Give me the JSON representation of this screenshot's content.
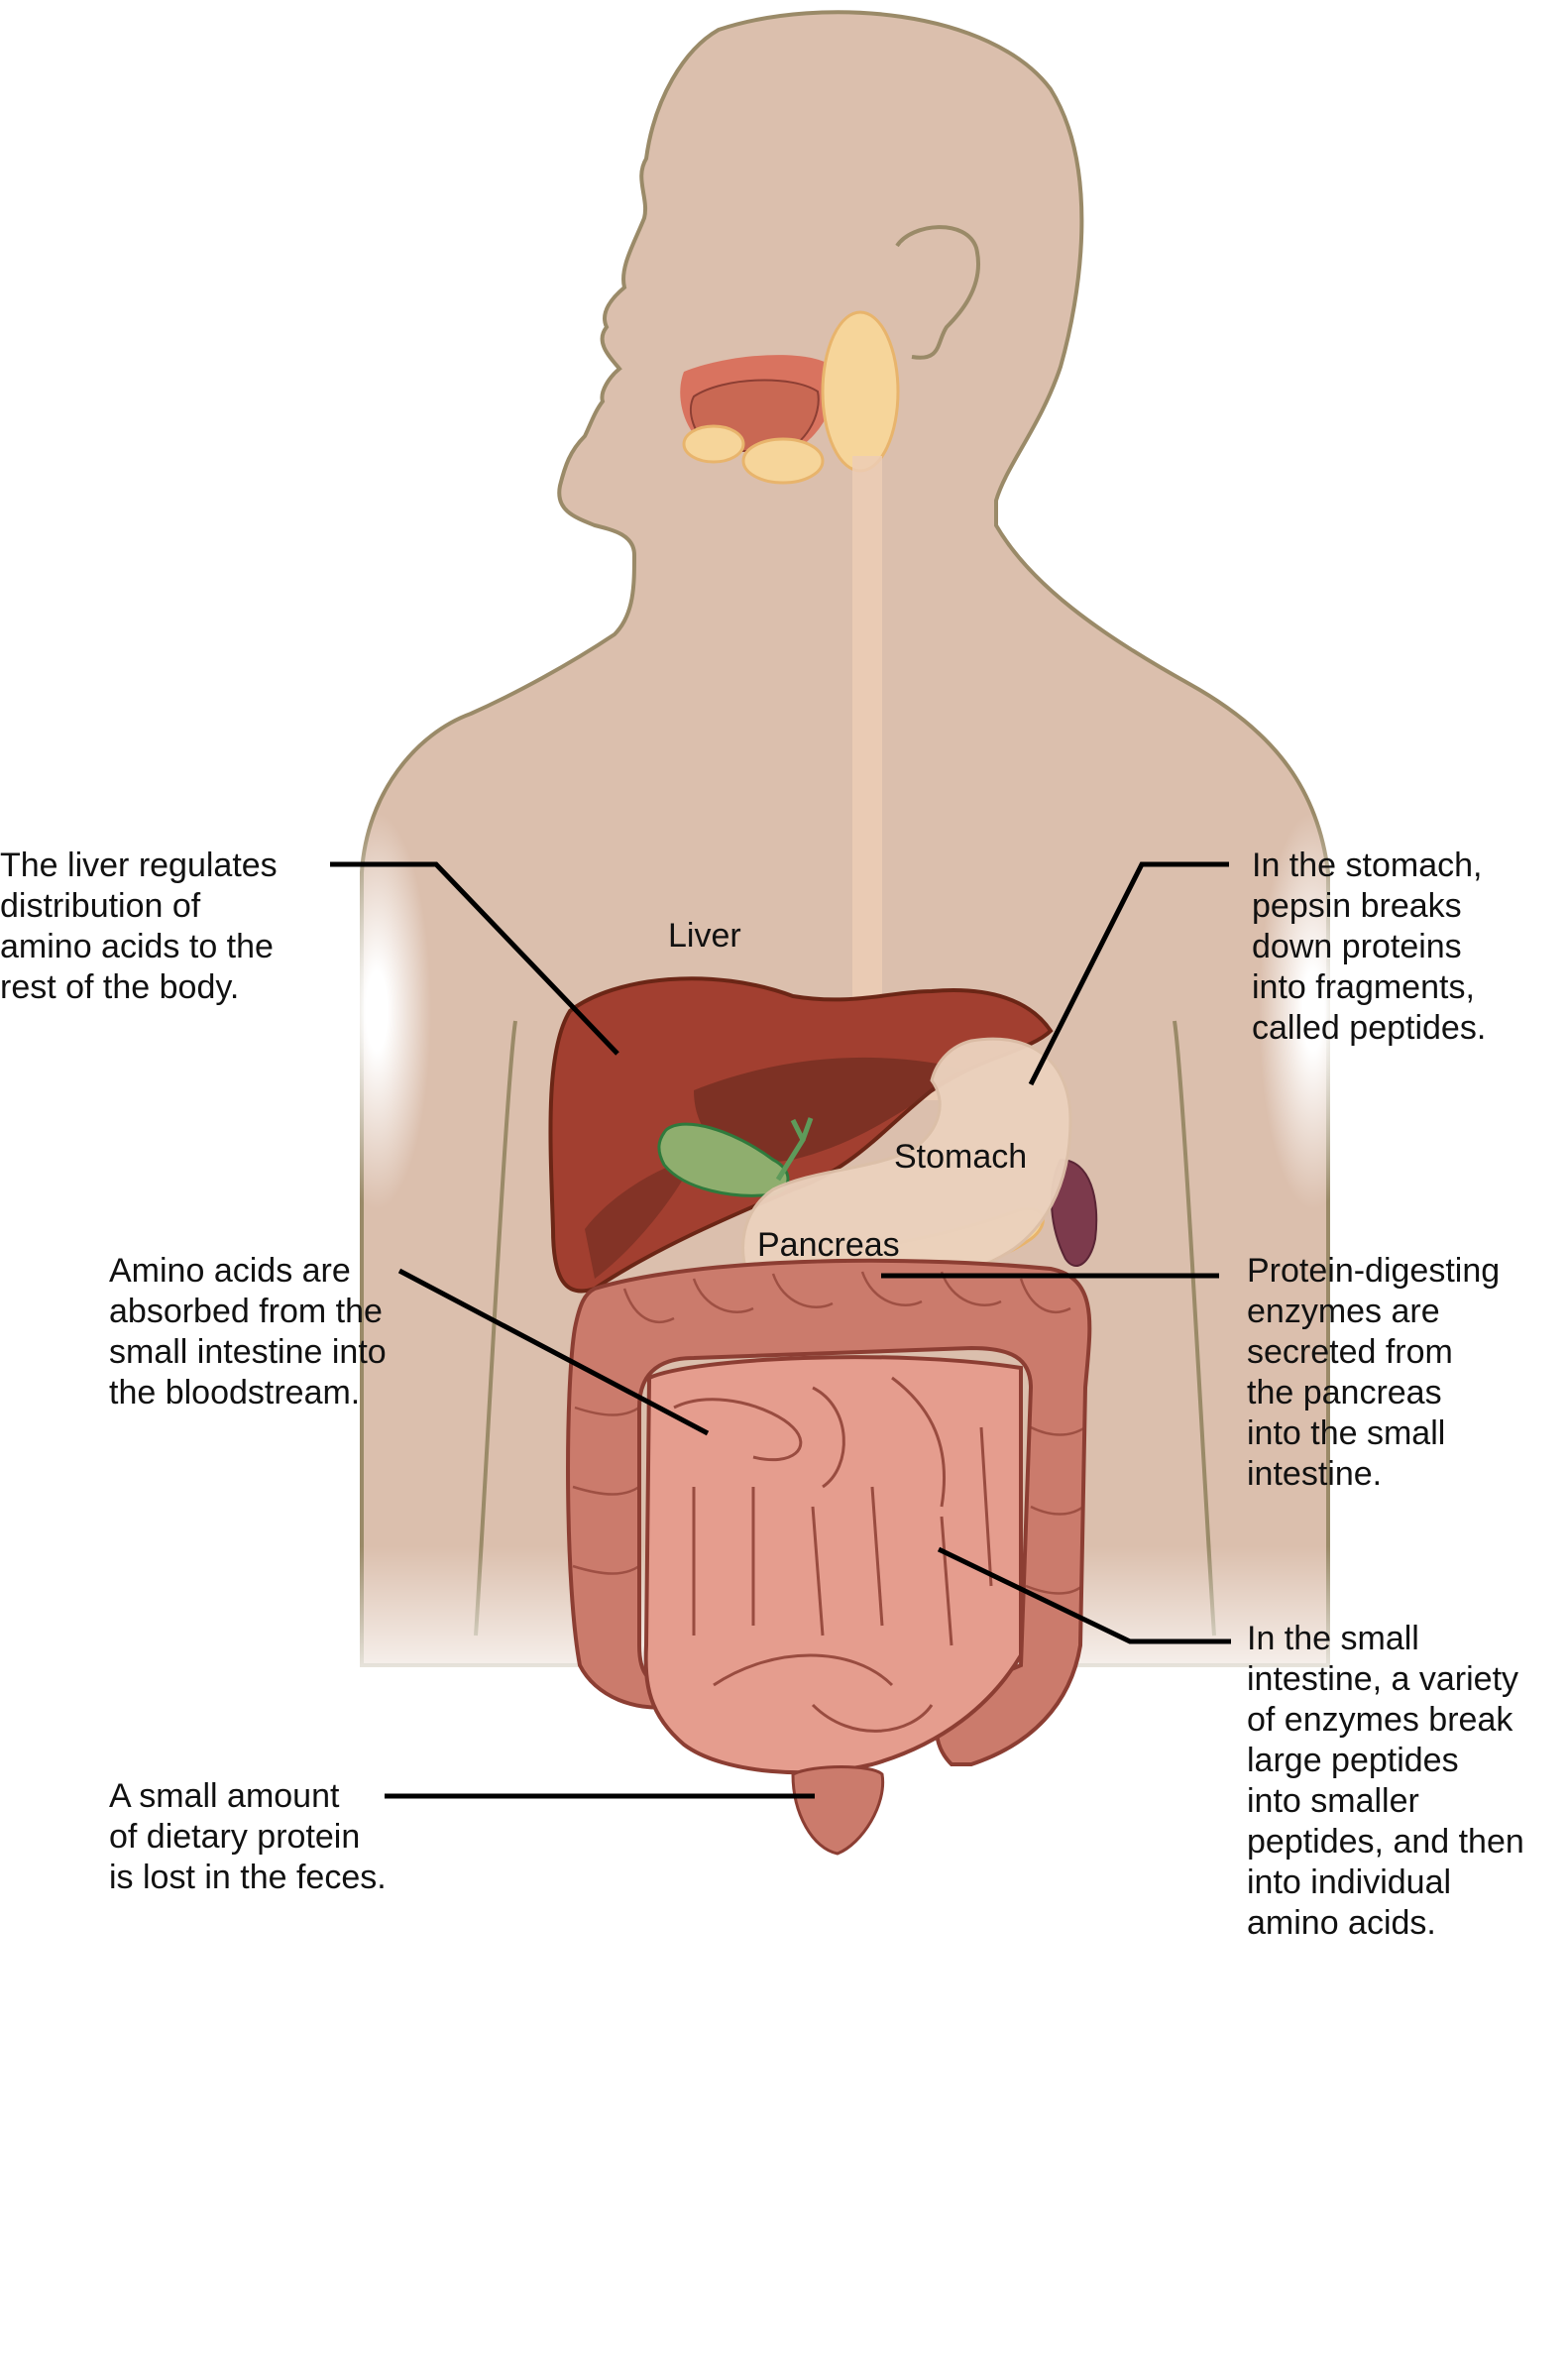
{
  "figure": {
    "subject": "Protein digestion in the human digestive system",
    "colors": {
      "background": "#ffffff",
      "skin": "#dbbfad",
      "skin_outline": "#9a8a68",
      "esophagus": "#ecccb5",
      "liver": "#a23f30",
      "liver_dark": "#6e2c20",
      "liver_outline": "#6b2616",
      "gallbladder": "#8fae6e",
      "gallbladder_outline": "#2f7a3c",
      "stomach": "#ebd1bd",
      "pancreas": "#f6d59a",
      "spleen": "#7c3a4c",
      "large_intestine": "#cb7b6c",
      "small_intestine": "#e59d8e",
      "intestine_outline": "#8c3e33",
      "tongue": "#d9735f",
      "salivary_gland": "#f6d59a",
      "leader_line": "#000000",
      "text": "#111111"
    }
  },
  "organ_labels": {
    "liver": "Liver",
    "stomach": "Stomach",
    "pancreas": "Pancreas"
  },
  "callouts": {
    "liver": "The liver regulates\ndistribution of\namino acids to the\nrest of the body.",
    "stomach": "In the stomach,\npepsin breaks\ndown proteins\ninto fragments,\ncalled peptides.",
    "absorption": "Amino acids are\nabsorbed from the\nsmall intestine into\nthe bloodstream.",
    "pancreas": "Protein-digesting\nenzymes are\nsecreted from\nthe pancreas\ninto the small\nintestine.",
    "small_intestine": "In the small\nintestine, a variety\nof enzymes break\nlarge peptides\ninto smaller\npeptides, and then\ninto individual\namino acids.",
    "feces": "A small amount\nof dietary protein\nis lost in the feces."
  }
}
